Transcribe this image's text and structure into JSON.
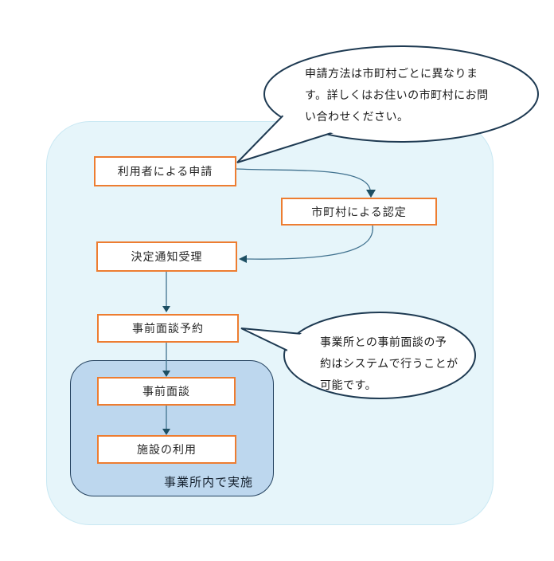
{
  "flow": {
    "steps": [
      {
        "id": "user-application",
        "label": "利用者による申請"
      },
      {
        "id": "municipality-certification",
        "label": "市町村による認定"
      },
      {
        "id": "decision-notice-receipt",
        "label": "決定通知受理"
      },
      {
        "id": "pre-interview-reservation",
        "label": "事前面談予約"
      },
      {
        "id": "pre-interview",
        "label": "事前面談"
      },
      {
        "id": "facility-use",
        "label": "施設の利用"
      }
    ],
    "inner_group_label": "事業所内で実施"
  },
  "callouts": {
    "application": {
      "lines": [
        "申請方法は市町村ごとに異なりま",
        "す。詳しくはお住いの市町村にお問",
        "い合わせください。"
      ]
    },
    "reservation": {
      "lines": [
        "事業所との事前面談の予",
        "約はシステムで行うことが",
        "可能です。"
      ]
    }
  },
  "colors": {
    "outer_region_fill": "#E6F5FA",
    "outer_region_border": "#C9E8F3",
    "inner_region_fill": "#BDD7EE",
    "inner_region_border": "#24425F",
    "step_box_fill": "#FFFFFF",
    "step_box_border": "#ED7D31",
    "arrow_line": "#41728F",
    "arrow_head": "#1D4F63",
    "callout_fill": "#FFFFFF",
    "callout_border": "#1E3A52",
    "text": "#262626"
  }
}
